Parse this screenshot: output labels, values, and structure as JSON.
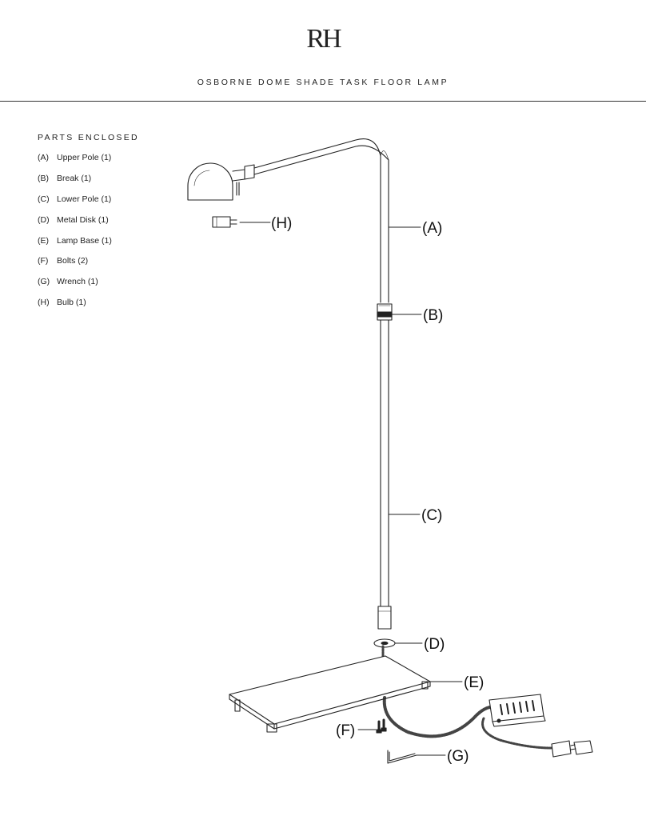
{
  "header": {
    "logo_text": "RH",
    "title": "OSBORNE DOME SHADE TASK FLOOR LAMP"
  },
  "parts": {
    "heading": "PARTS ENCLOSED",
    "items": [
      {
        "code": "(A)",
        "label": "Upper Pole (1)"
      },
      {
        "code": "(B)",
        "label": "Break (1)"
      },
      {
        "code": "(C)",
        "label": "Lower Pole (1)"
      },
      {
        "code": "(D)",
        "label": "Metal Disk (1)"
      },
      {
        "code": "(E)",
        "label": "Lamp Base (1)"
      },
      {
        "code": "(F)",
        "label": "Bolts (2)"
      },
      {
        "code": "(G)",
        "label": "Wrench (1)"
      },
      {
        "code": "(H)",
        "label": "Bulb (1)"
      }
    ]
  },
  "diagram": {
    "callouts": {
      "A": "(A)",
      "B": "(B)",
      "C": "(C)",
      "D": "(D)",
      "E": "(E)",
      "F": "(F)",
      "G": "(G)",
      "H": "(H)"
    }
  }
}
